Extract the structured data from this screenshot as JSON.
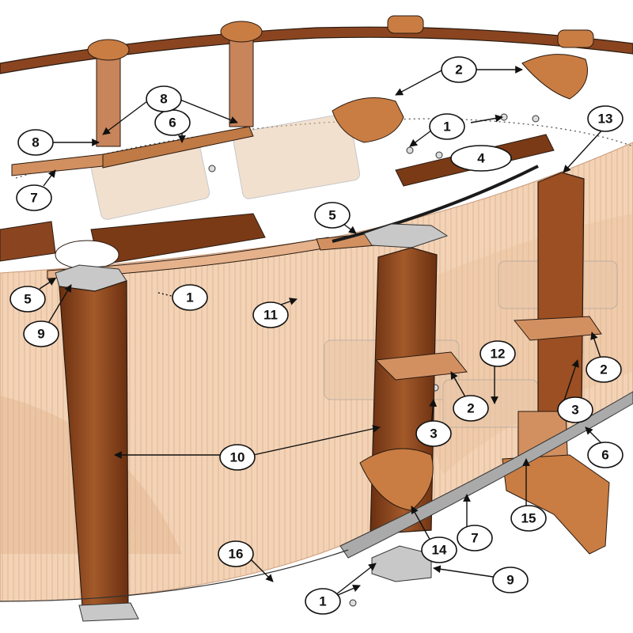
{
  "diagram": {
    "colors": {
      "wood_dark": "#7a3a16",
      "wood_mid": "#9b4f22",
      "wood_light": "#c07a45",
      "wall": "#f3d3b6",
      "wall_line": "#c99978",
      "metal": "#bfbfbf",
      "cap": "#c97d43",
      "outline": "#2a1a10"
    },
    "callouts": [
      {
        "id": "c1a",
        "label": "1"
      },
      {
        "id": "c1b",
        "label": "1"
      },
      {
        "id": "c1c",
        "label": "1"
      },
      {
        "id": "c2a",
        "label": "2"
      },
      {
        "id": "c2b",
        "label": "2"
      },
      {
        "id": "c2c",
        "label": "2"
      },
      {
        "id": "c3a",
        "label": "3"
      },
      {
        "id": "c3b",
        "label": "3"
      },
      {
        "id": "c4",
        "label": "4"
      },
      {
        "id": "c5a",
        "label": "5"
      },
      {
        "id": "c5b",
        "label": "5"
      },
      {
        "id": "c6a",
        "label": "6"
      },
      {
        "id": "c6b",
        "label": "6"
      },
      {
        "id": "c7a",
        "label": "7"
      },
      {
        "id": "c7b",
        "label": "7"
      },
      {
        "id": "c8a",
        "label": "8"
      },
      {
        "id": "c8b",
        "label": "8"
      },
      {
        "id": "c9a",
        "label": "9"
      },
      {
        "id": "c9b",
        "label": "9"
      },
      {
        "id": "c10",
        "label": "10"
      },
      {
        "id": "c11",
        "label": "11"
      },
      {
        "id": "c12",
        "label": "12"
      },
      {
        "id": "c13",
        "label": "13"
      },
      {
        "id": "c14",
        "label": "14"
      },
      {
        "id": "c15",
        "label": "15"
      },
      {
        "id": "c16",
        "label": "16"
      }
    ]
  }
}
